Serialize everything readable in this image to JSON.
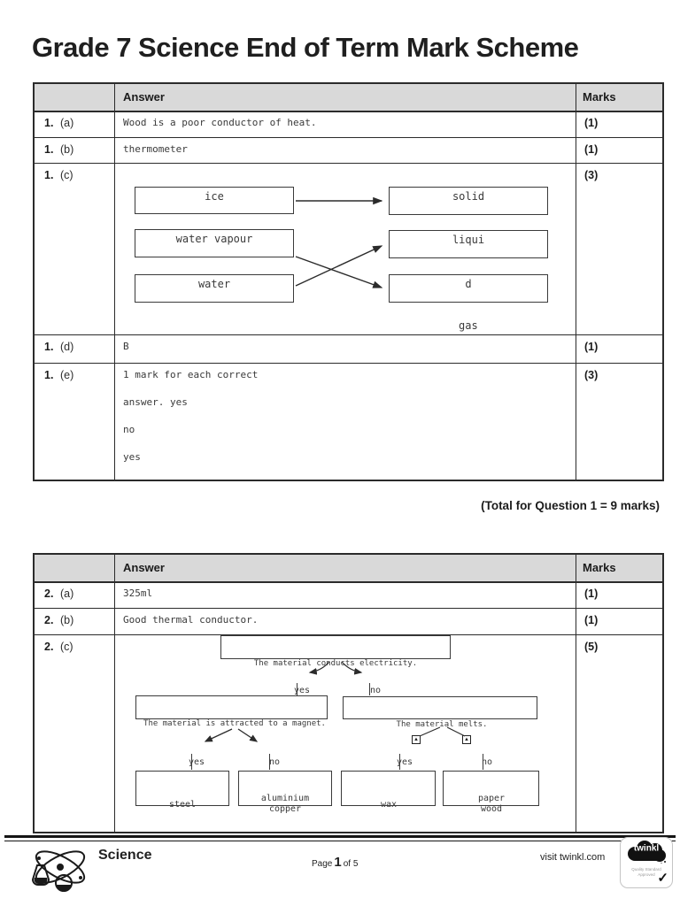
{
  "page": {
    "title": "Grade 7 Science End of Term Mark Scheme"
  },
  "colors": {
    "header_bg": "#d9d9d9",
    "border": "#2b2b2b",
    "text": "#3a3a3a"
  },
  "icons": {
    "arrow_placeholder": "▲",
    "check": "✓"
  },
  "table1": {
    "header": {
      "answer": "Answer",
      "marks": "Marks"
    },
    "rows": [
      {
        "num": "1.",
        "part": "(a)",
        "answer": "Wood is a poor conductor of heat.",
        "marks": "(1)"
      },
      {
        "num": "1.",
        "part": "(b)",
        "answer": "thermometer",
        "marks": "(1)"
      },
      {
        "num": "1.",
        "part": "(c)",
        "marks": "(3)"
      },
      {
        "num": "1.",
        "part": "(d)",
        "answer": "B",
        "marks": "(1)"
      },
      {
        "num": "1.",
        "part": "(e)",
        "lines": [
          "1 mark for each correct",
          "answer. yes",
          "no",
          "yes"
        ],
        "marks": "(3)"
      }
    ],
    "diagram": {
      "left_boxes": [
        "ice",
        "water vapour",
        "water"
      ],
      "right_boxes": [
        "solid",
        "liqui",
        "d"
      ],
      "floating_label": "gas"
    },
    "total": "(Total for Question 1 = 9 marks)"
  },
  "table2": {
    "header": {
      "answer": "Answer",
      "marks": "Marks"
    },
    "rows": [
      {
        "num": "2.",
        "part": "(a)",
        "answer": "325ml",
        "marks": "(1)"
      },
      {
        "num": "2.",
        "part": "(b)",
        "answer": "Good thermal conductor.",
        "marks": "(1)"
      },
      {
        "num": "2.",
        "part": "(c)",
        "marks": "(5)"
      }
    ],
    "flowchart": {
      "q1": "The material conducts electricity.",
      "level1": {
        "yes": "yes",
        "no": "no"
      },
      "q2": "The material is attracted to a magnet.",
      "q3": "The material melts.",
      "level2": {
        "yes": "yes",
        "no": "no"
      },
      "level3": {
        "yes": "yes",
        "no": "no"
      },
      "leaves": {
        "l1": "steel",
        "l2a": "aluminium",
        "l2b": "copper",
        "l3": "wax",
        "l4a": "paper",
        "l4b": "wood"
      }
    }
  },
  "footer": {
    "subject": "Science",
    "page_label": "Page",
    "page_number": "1",
    "page_total": "of 5",
    "visit": "visit twinkl.com",
    "badge": {
      "brand": "twinkl",
      "line1": "Quality Standard",
      "line2": "Approved"
    }
  }
}
